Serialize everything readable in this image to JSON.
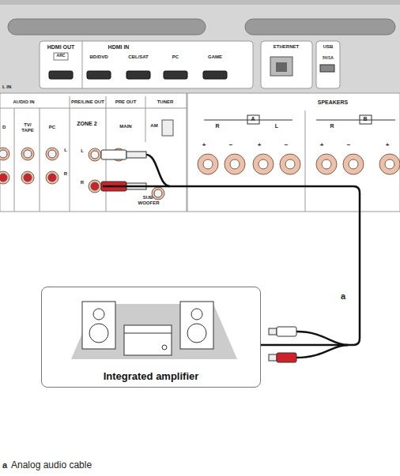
{
  "diagram": {
    "nodes": [
      {
        "text": [
          "ZONE 2"
        ]
      },
      {
        "text": [
          "Integrated amplifier"
        ]
      }
    ],
    "edges": [
      {
        "from": 0,
        "to": 1,
        "arrow": "none",
        "label": "a"
      }
    ],
    "labels": [
      "HDMI OUT",
      "ARC",
      "HDMI IN",
      "BD/DVD",
      "CBL/SAT",
      "PC",
      "GAME",
      "ETHERNET",
      "USB",
      "5V/1A",
      "L IN",
      "AUDIO IN",
      "D",
      "TV/ TAPE",
      "PC",
      "L",
      "R",
      "PRE/LINE OUT",
      "L",
      "R",
      "PRE OUT",
      "MAIN",
      "TUNER",
      "AM",
      "SUB- WOOFER",
      "SPEAKERS",
      "R",
      "A",
      "L",
      "+",
      "−",
      "+",
      "−",
      "B",
      "R",
      "+",
      "−",
      "+",
      "a",
      "Analog audio cable"
    ]
  }
}
